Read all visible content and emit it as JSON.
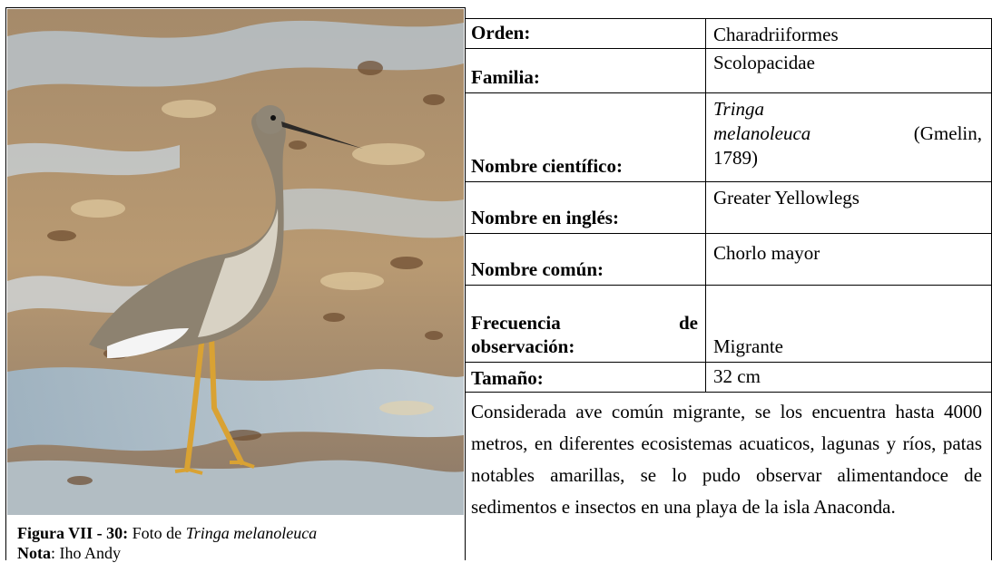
{
  "taxonomy": {
    "orden_label": "Orden:",
    "orden_value": "Charadriiformes",
    "familia_label": "Familia:",
    "familia_value": "Scolopacidae",
    "cientifico_label": "Nombre científico:",
    "cientifico_genus": "Tringa",
    "cientifico_species": "melanoleuca",
    "cientifico_author": "(Gmelin,",
    "cientifico_year": "1789)",
    "ingles_label": "Nombre en inglés:",
    "ingles_value": "Greater Yellowlegs",
    "comun_label": "Nombre común:",
    "comun_value": "Chorlo mayor",
    "frecuencia_label_1": "Frecuencia",
    "frecuencia_label_de": "de",
    "frecuencia_label_2": "observación:",
    "frecuencia_value": "Migrante",
    "tamano_label": "Tamaño:",
    "tamano_value": "32 cm"
  },
  "description": "Considerada ave común migrante, se los encuentra hasta 4000 metros, en diferentes ecosistemas acuaticos, lagunas y ríos, patas notables amarillas, se lo pudo observar alimentandoce de sedimentos e insectos en una playa de la isla Anaconda.",
  "caption": {
    "figure_label": "Figura VII - 30:",
    "figure_text": " Foto de ",
    "figure_species": "Tringa melanoleuca",
    "nota_label": "Nota",
    "nota_text": ": Iho Andy"
  }
}
